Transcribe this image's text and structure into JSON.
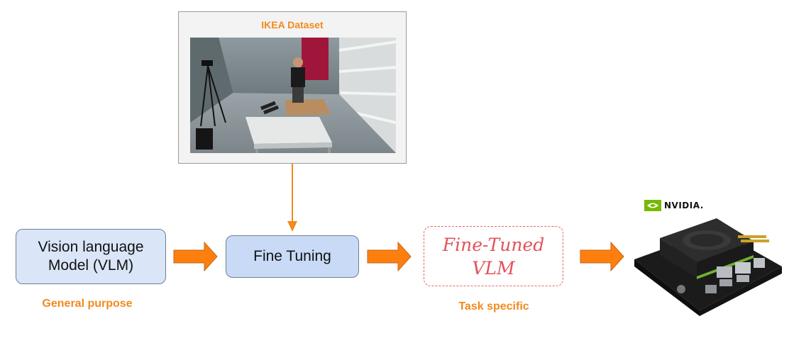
{
  "dataset": {
    "title": "IKEA Dataset"
  },
  "boxes": {
    "vlm_line1": "Vision language",
    "vlm_line2": "Model (VLM)",
    "fine_tuning": "Fine Tuning",
    "tuned_line1": "Fine-Tuned",
    "tuned_line2": "VLM"
  },
  "captions": {
    "general": "General purpose",
    "task": "Task specific"
  },
  "hardware": {
    "brand": "NVIDIA."
  },
  "colors": {
    "accent_orange": "#f28a1e",
    "arrow_orange": "#ff7f0e",
    "box_blue": "#dae6f8",
    "tuned_red": "#e2525b",
    "nvidia_green": "#76b900"
  }
}
